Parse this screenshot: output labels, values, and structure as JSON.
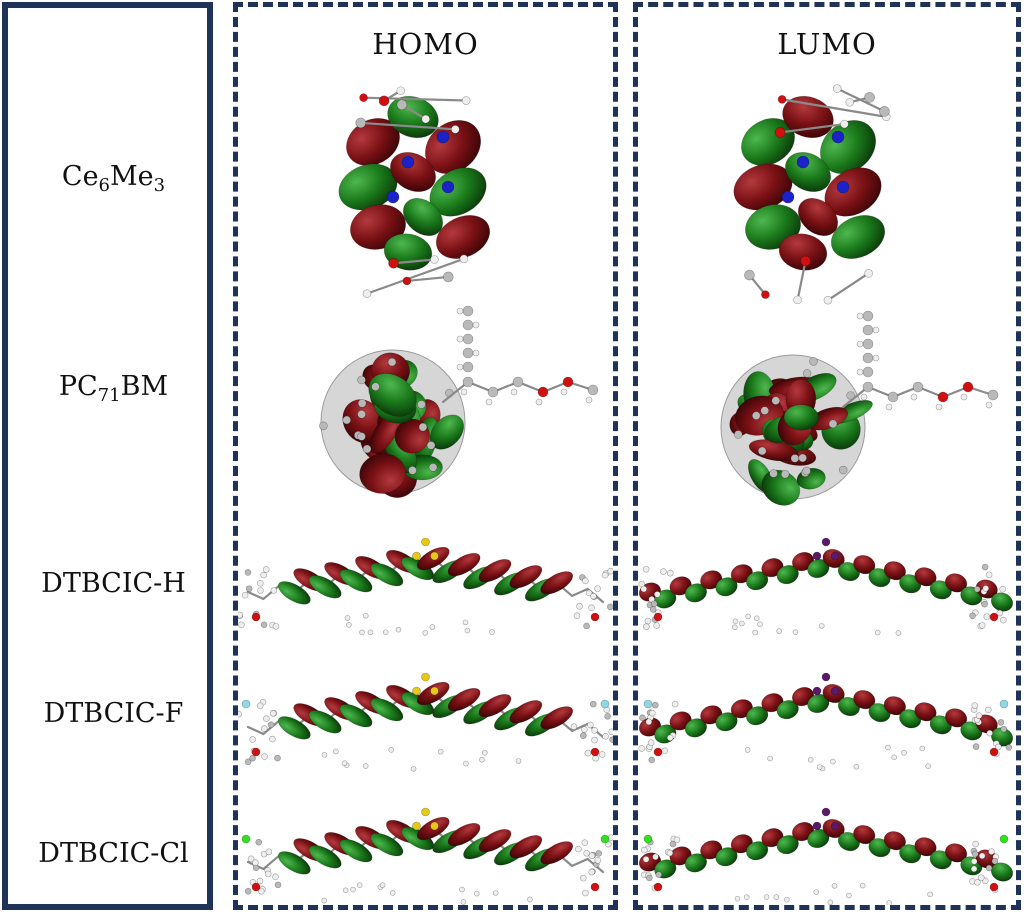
{
  "columns": {
    "homo": "HOMO",
    "lumo": "LUMO"
  },
  "molecules": [
    {
      "base": "Ce",
      "sub1": "6",
      "mid": "Me",
      "sub2": "3",
      "tail": ""
    },
    {
      "base": "PC",
      "sub1": "71",
      "mid": "BM",
      "sub2": "",
      "tail": ""
    },
    {
      "base": "DTBCIC-H",
      "sub1": "",
      "mid": "",
      "sub2": "",
      "tail": ""
    },
    {
      "base": "DTBCIC-F",
      "sub1": "",
      "mid": "",
      "sub2": "",
      "tail": ""
    },
    {
      "base": "DTBCIC-Cl",
      "sub1": "",
      "mid": "",
      "sub2": "",
      "tail": ""
    }
  ],
  "colors": {
    "border": "#1f3358",
    "lobe_red": "#7a1115",
    "lobe_green": "#1b7a1b",
    "atom_gray": "#b9b9b9",
    "atom_white": "#eeeeee",
    "atom_red": "#d01010",
    "atom_blue": "#1a22c8",
    "atom_yellow": "#e6c818",
    "atom_purple": "#5a1a6a",
    "atom_cyan": "#8fd8e6",
    "atom_lime": "#33e020"
  }
}
